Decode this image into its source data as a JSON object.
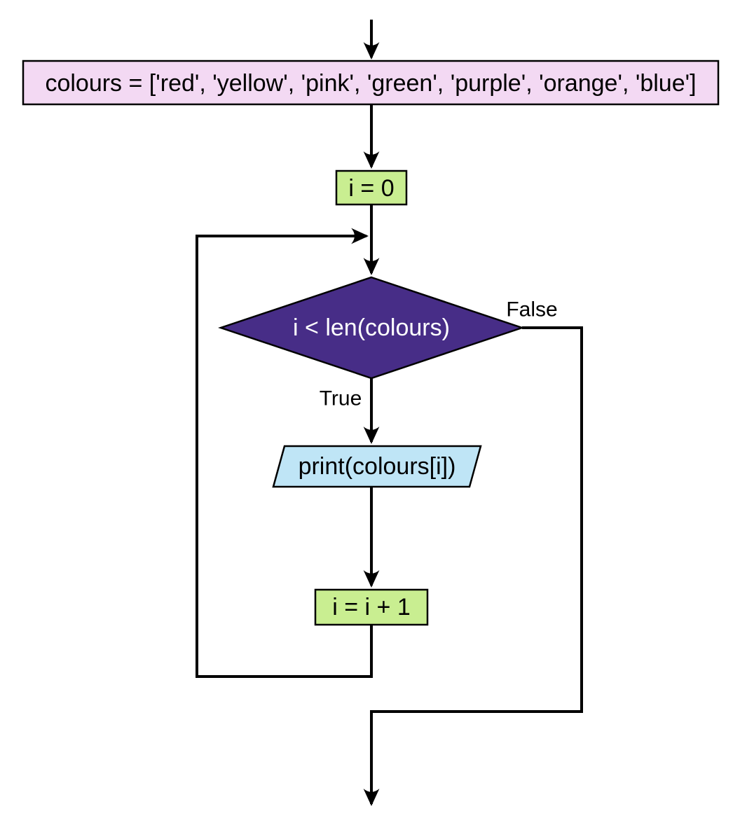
{
  "colors": {
    "background": "#ffffff",
    "line": "#000000",
    "text": "#000000",
    "node_border": "#000000",
    "list_fill": "#f3d9f3",
    "process_fill": "#c9ee91",
    "decision_fill": "#472d87",
    "decision_text": "#ffffff",
    "io_fill": "#bfe5f6"
  },
  "nodes": {
    "list_assignment": {
      "shape": "rectangle",
      "label": "colours = ['red', 'yellow', 'pink', 'green', 'purple', 'orange', 'blue']"
    },
    "init_counter": {
      "shape": "rectangle",
      "label": "i = 0"
    },
    "loop_condition": {
      "shape": "diamond",
      "label": "i < len(colours)"
    },
    "print_statement": {
      "shape": "parallelogram",
      "label": "print(colours[i])"
    },
    "increment_counter": {
      "shape": "rectangle",
      "label": "i = i + 1"
    }
  },
  "edge_labels": {
    "true_branch": "True",
    "false_branch": "False"
  }
}
